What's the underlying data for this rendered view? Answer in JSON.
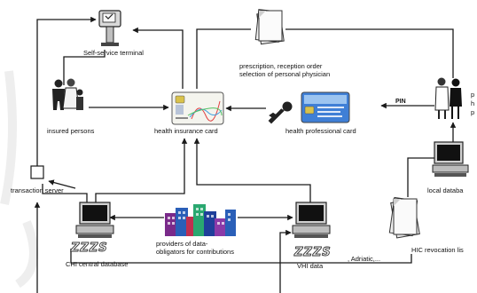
{
  "labels": {
    "self_service_terminal": "Self-service terminal",
    "prescription_line1": "prescription, reception order",
    "prescription_line2": "selection of personal physician",
    "insured_persons": "insured persons",
    "health_insurance_card": "health insurance card",
    "health_professional_card": "health professional card",
    "pin": "PIN",
    "physicians_line1": "p",
    "physicians_line2": "h",
    "physicians_line3": "p",
    "transaction_server": "transaction server",
    "local_database": "local databa",
    "providers_line1": "providers of data-",
    "providers_line2": "obligators for contributions",
    "chi_logo": "ZZZS",
    "chi_central_database": "CHI central database",
    "vhi_logo": "ZZZS",
    "vhi_data": "VHI data",
    "adriatic": ", Adriatic,...",
    "hic_revocation_list": "HIC revocation lis"
  },
  "colors": {
    "line": "#1a1a1a",
    "insurance_card_bg": "#f4f4ee",
    "professional_card_blue": "#3f7fd6",
    "key": "#222222"
  }
}
